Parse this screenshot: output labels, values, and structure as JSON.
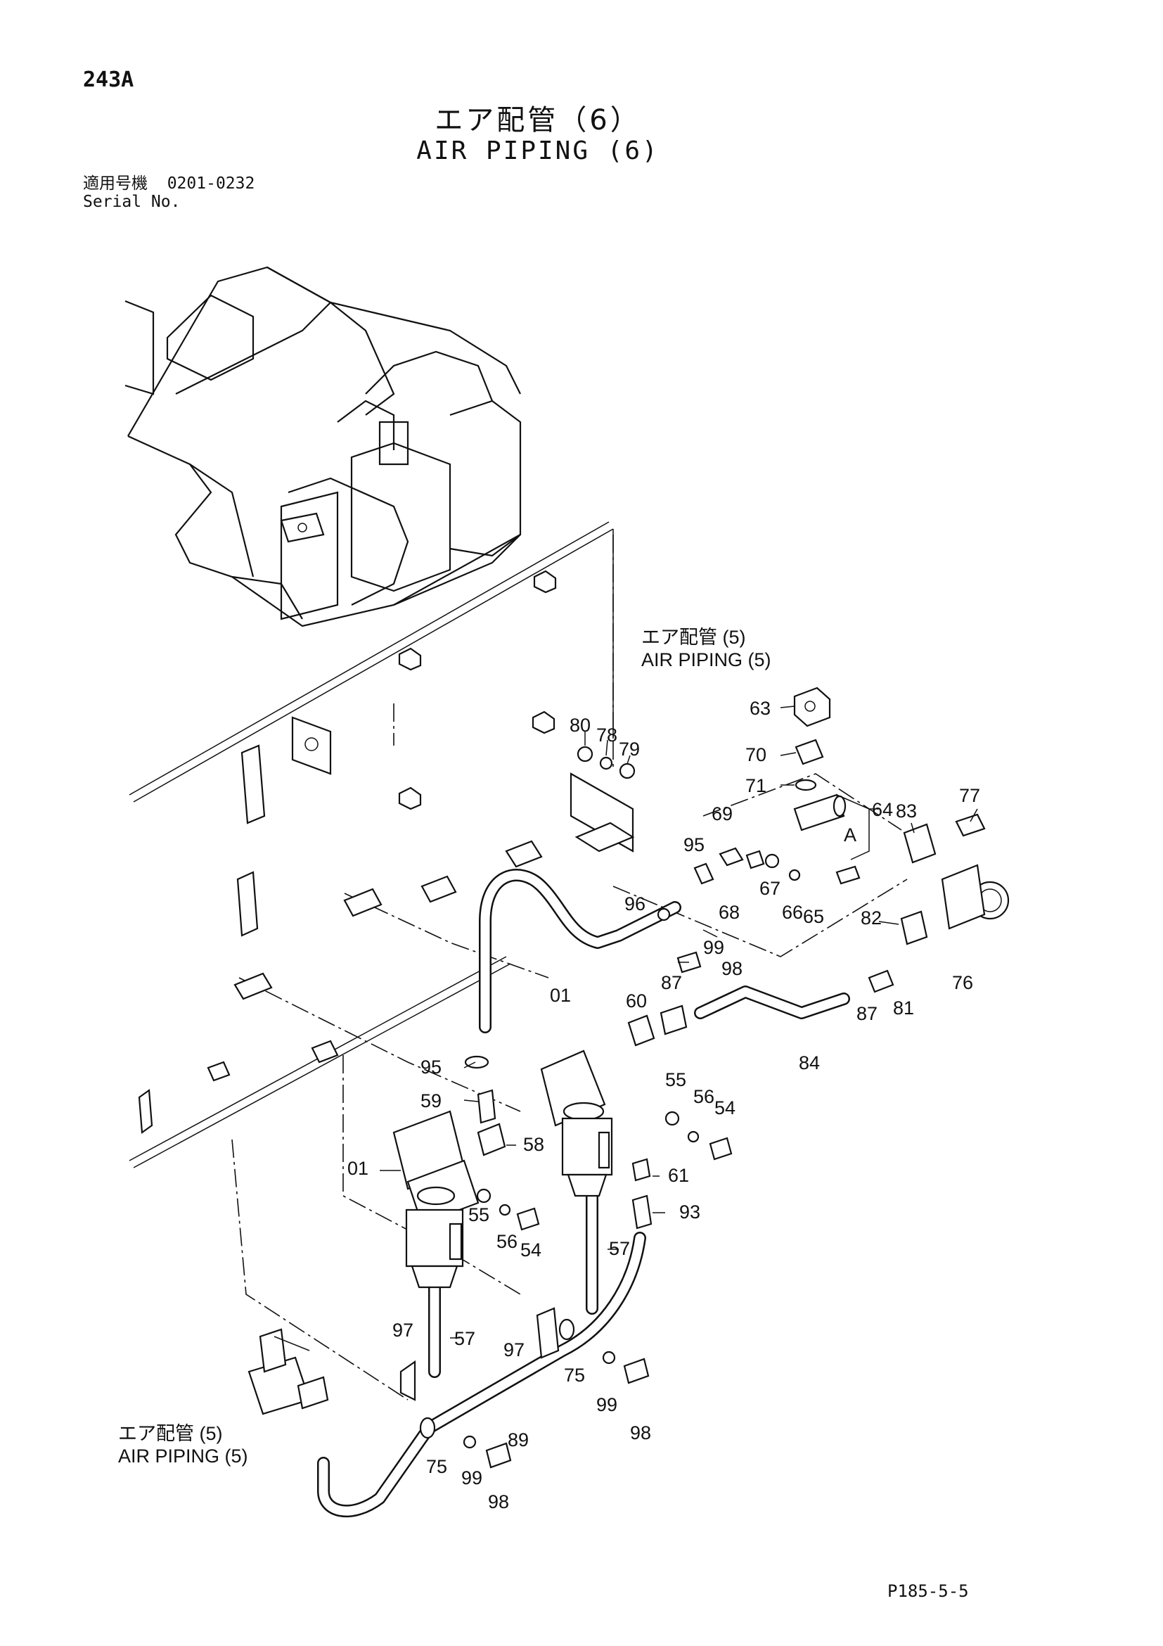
{
  "header": {
    "page_number": "243A",
    "title_jp": "エア配管（6）",
    "title_en": "AIR PIPING (6)",
    "serial_label_jp": "適用号機",
    "serial_range": "0201-0232",
    "serial_label_en": "Serial No."
  },
  "references": {
    "upper_jp": "エア配管 (5)",
    "upper_en": "AIR PIPING (5)",
    "lower_jp": "エア配管 (5)",
    "lower_en": "AIR PIPING (5)"
  },
  "detail_label": "A",
  "callouts": [
    "63",
    "70",
    "71",
    "64",
    "77",
    "83",
    "80",
    "78",
    "79",
    "69",
    "95",
    "67",
    "68",
    "66",
    "65",
    "96",
    "99",
    "98",
    "82",
    "76",
    "81",
    "87",
    "01",
    "60",
    "87",
    "84",
    "95",
    "59",
    "55",
    "56",
    "54",
    "58",
    "01",
    "61",
    "93",
    "55",
    "56",
    "54",
    "57",
    "57",
    "97",
    "97",
    "75",
    "99",
    "98",
    "89",
    "75",
    "99",
    "98"
  ],
  "footer": {
    "code": "P185-5-5"
  }
}
